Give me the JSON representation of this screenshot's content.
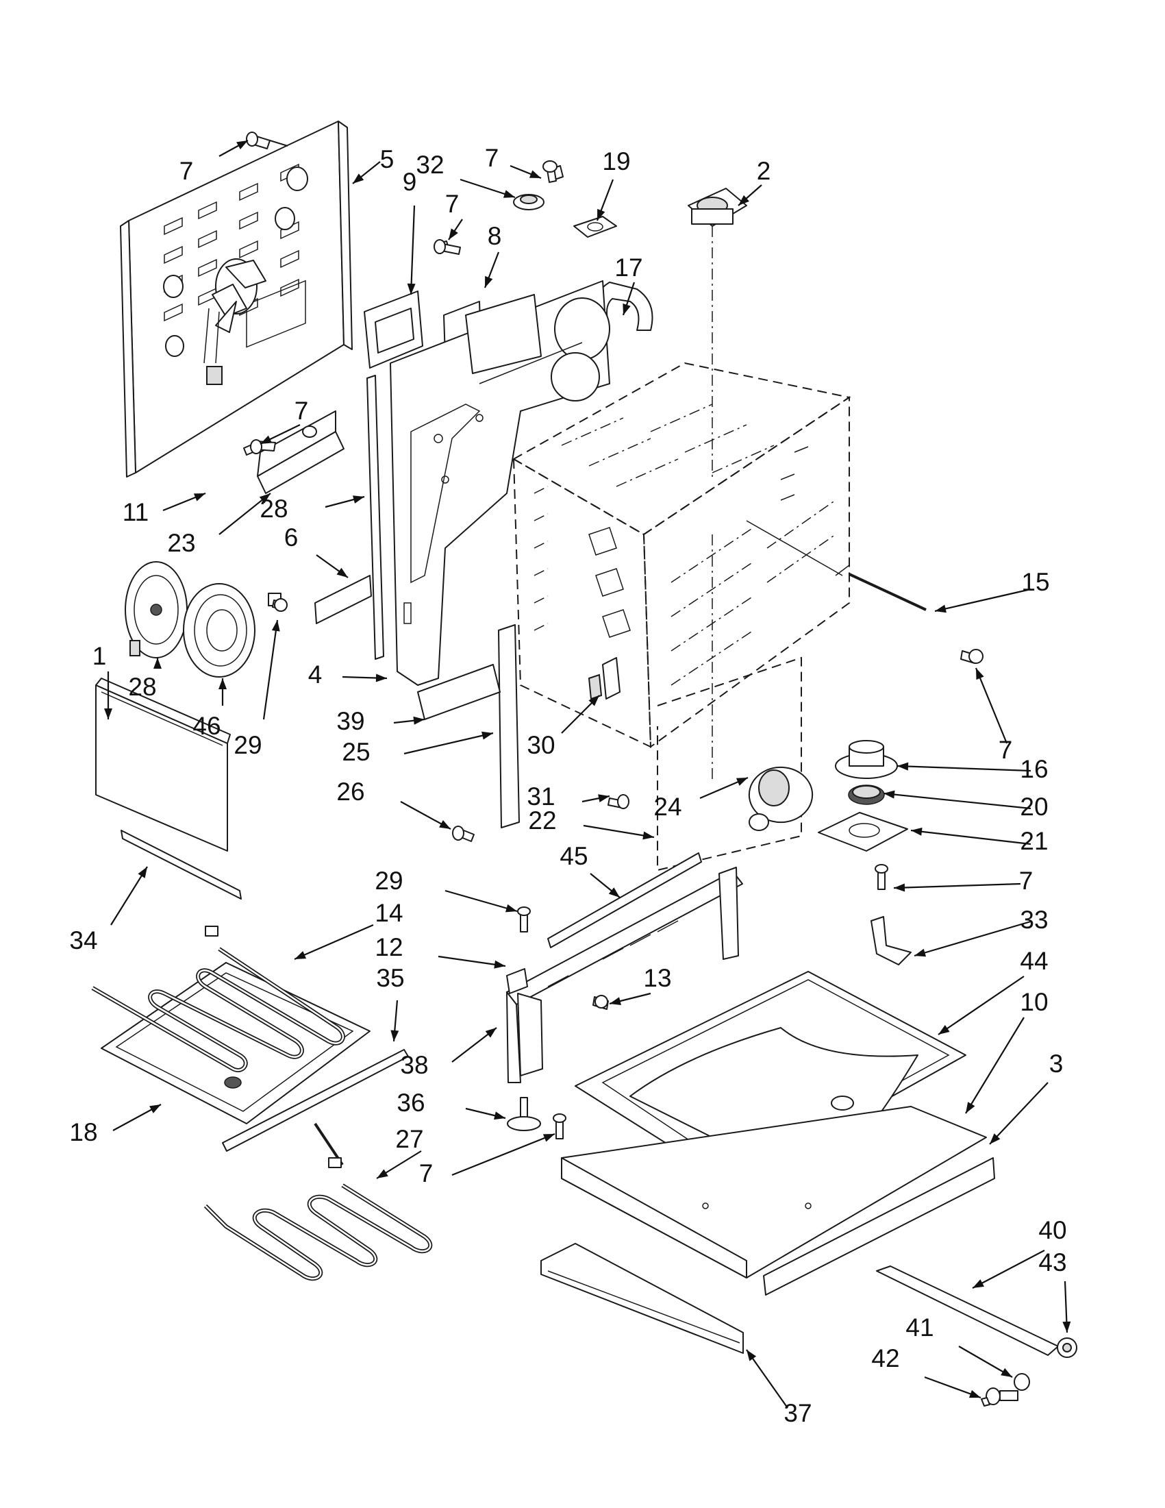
{
  "callouts": [
    {
      "id": "c7a",
      "text": "7"
    },
    {
      "id": "c5",
      "text": "5"
    },
    {
      "id": "c9",
      "text": "9"
    },
    {
      "id": "c32",
      "text": "32"
    },
    {
      "id": "c7b",
      "text": "7"
    },
    {
      "id": "c19",
      "text": "19"
    },
    {
      "id": "c2",
      "text": "2"
    },
    {
      "id": "c7c",
      "text": "7"
    },
    {
      "id": "c8",
      "text": "8"
    },
    {
      "id": "c17",
      "text": "17"
    },
    {
      "id": "c7d",
      "text": "7"
    },
    {
      "id": "c11",
      "text": "11"
    },
    {
      "id": "c28a",
      "text": "28"
    },
    {
      "id": "c23",
      "text": "23"
    },
    {
      "id": "c6",
      "text": "6"
    },
    {
      "id": "c15",
      "text": "15"
    },
    {
      "id": "c1",
      "text": "1"
    },
    {
      "id": "c28b",
      "text": "28"
    },
    {
      "id": "c46",
      "text": "46"
    },
    {
      "id": "c29a",
      "text": "29"
    },
    {
      "id": "c4",
      "text": "4"
    },
    {
      "id": "c7e",
      "text": "7"
    },
    {
      "id": "c39",
      "text": "39"
    },
    {
      "id": "c25",
      "text": "25"
    },
    {
      "id": "c30",
      "text": "30"
    },
    {
      "id": "c16",
      "text": "16"
    },
    {
      "id": "c26",
      "text": "26"
    },
    {
      "id": "c31",
      "text": "31"
    },
    {
      "id": "c24",
      "text": "24"
    },
    {
      "id": "c20",
      "text": "20"
    },
    {
      "id": "c22",
      "text": "22"
    },
    {
      "id": "c21",
      "text": "21"
    },
    {
      "id": "c45",
      "text": "45"
    },
    {
      "id": "c7f",
      "text": "7"
    },
    {
      "id": "c29b",
      "text": "29"
    },
    {
      "id": "c33",
      "text": "33"
    },
    {
      "id": "c34",
      "text": "34"
    },
    {
      "id": "c14",
      "text": "14"
    },
    {
      "id": "c12",
      "text": "12"
    },
    {
      "id": "c44",
      "text": "44"
    },
    {
      "id": "c13",
      "text": "13"
    },
    {
      "id": "c35",
      "text": "35"
    },
    {
      "id": "c10",
      "text": "10"
    },
    {
      "id": "c3",
      "text": "3"
    },
    {
      "id": "c38",
      "text": "38"
    },
    {
      "id": "c36",
      "text": "36"
    },
    {
      "id": "c18",
      "text": "18"
    },
    {
      "id": "c27",
      "text": "27"
    },
    {
      "id": "c7g",
      "text": "7"
    },
    {
      "id": "c40",
      "text": "40"
    },
    {
      "id": "c43",
      "text": "43"
    },
    {
      "id": "c41",
      "text": "41"
    },
    {
      "id": "c42",
      "text": "42"
    },
    {
      "id": "c37",
      "text": "37"
    }
  ]
}
